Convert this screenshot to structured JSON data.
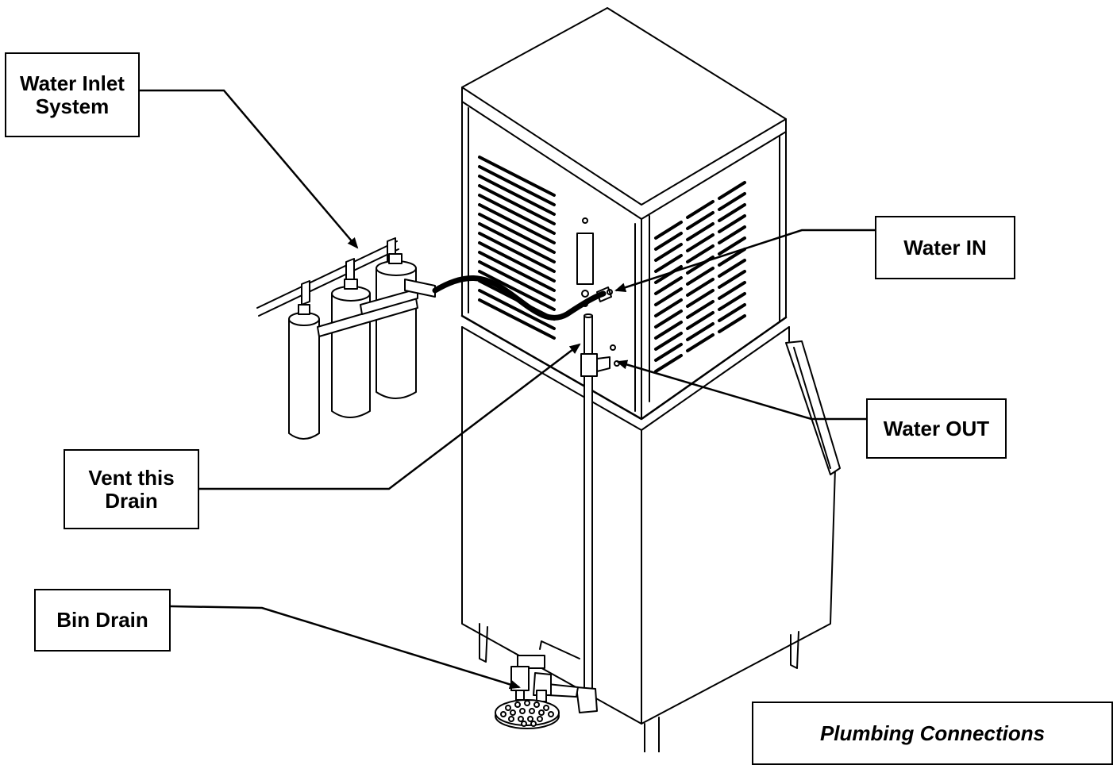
{
  "labels": {
    "water_inlet_system": "Water Inlet\nSystem",
    "water_in": "Water IN",
    "water_out": "Water OUT",
    "vent_this_drain": "Vent this\nDrain",
    "bin_drain": "Bin Drain"
  },
  "caption": "Plumbing Connections",
  "icons": [
    "ice-machine-head",
    "ice-storage-bin",
    "water-filter-cartridges",
    "floor-drain-grate"
  ],
  "colors": {
    "line": "#000000",
    "background": "#ffffff"
  }
}
